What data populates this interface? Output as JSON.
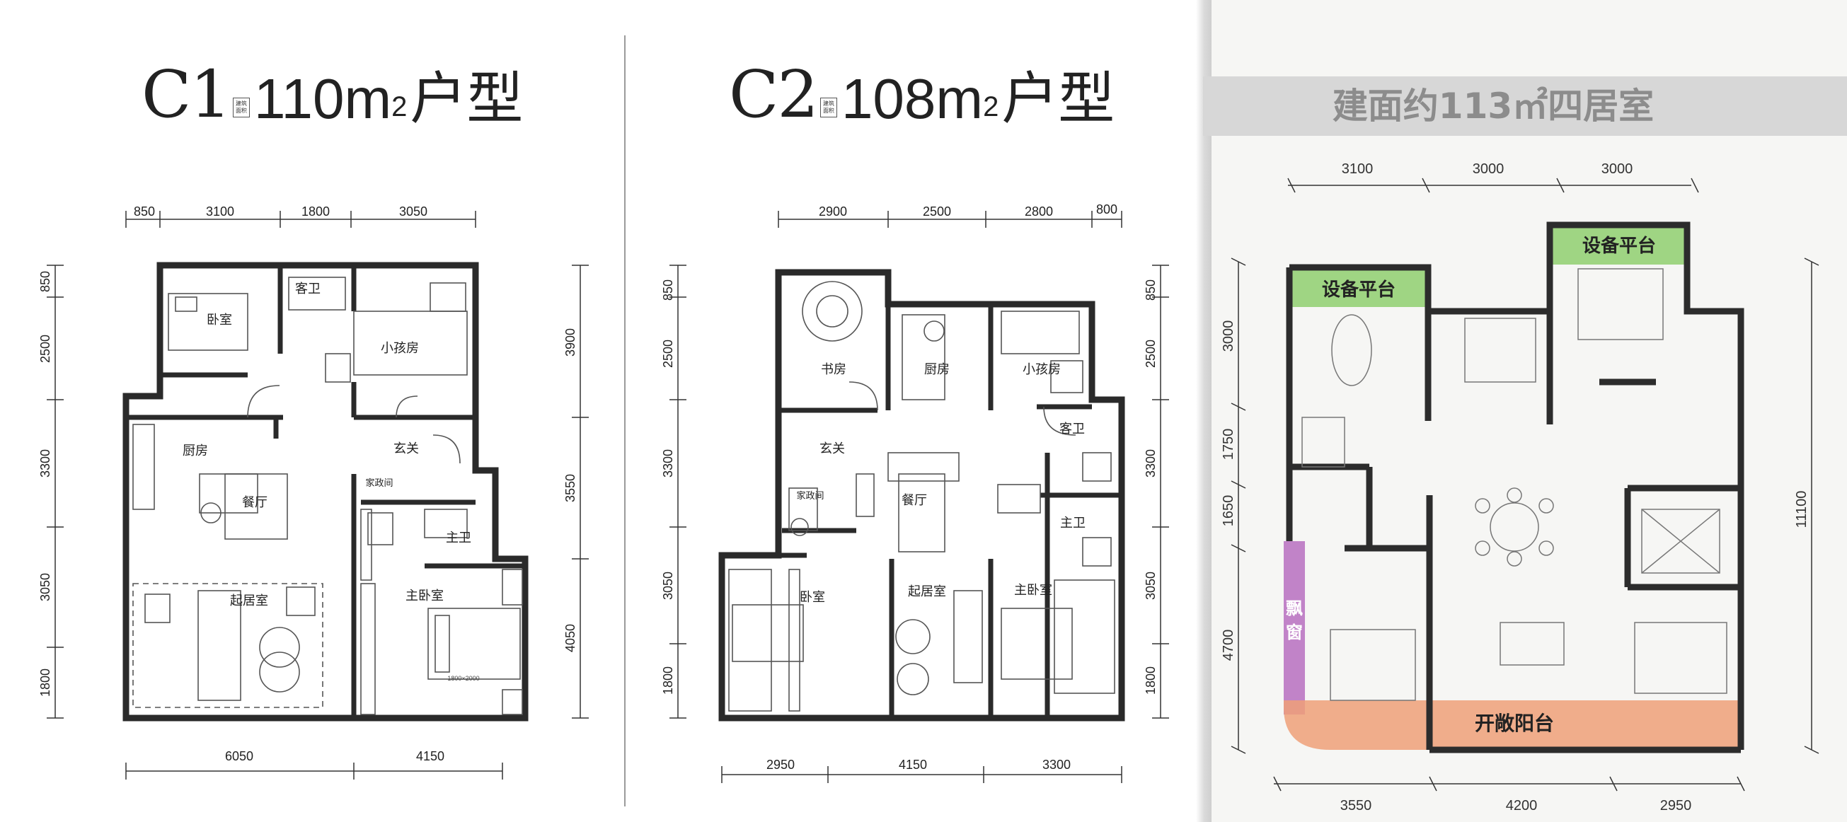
{
  "plan_c1": {
    "code": "C1",
    "stamp_line1": "建筑",
    "stamp_line2": "面积",
    "area": "110m",
    "area_sup": "2",
    "kind": "户型",
    "dims_top": [
      "850",
      "3100",
      "1800",
      "3050"
    ],
    "dims_bottom": [
      "6050",
      "4150"
    ],
    "dims_left": [
      "850",
      "2500",
      "3300",
      "3050",
      "1800"
    ],
    "dims_right": [
      "3900",
      "3550",
      "4050"
    ],
    "rooms": {
      "bedroom": "卧室",
      "guest_bath": "客卫",
      "kids_room": "小孩房",
      "kitchen": "厨房",
      "entry": "玄关",
      "dining": "餐厅",
      "utility": "家政间",
      "master_bath": "主卫",
      "living": "起居室",
      "master_bedroom": "主卧室",
      "bed_size": "1800×2000"
    }
  },
  "plan_c2": {
    "code": "C2",
    "stamp_line1": "建筑",
    "stamp_line2": "面积",
    "area": "108m",
    "area_sup": "2",
    "kind": "户型",
    "dims_top": [
      "2900",
      "2500",
      "2800",
      "800"
    ],
    "dims_bottom": [
      "2950",
      "4150",
      "3300"
    ],
    "dims_left": [
      "850",
      "2500",
      "3300",
      "3050",
      "1800"
    ],
    "dims_right": [
      "850",
      "2500",
      "3300",
      "3050",
      "1800"
    ],
    "rooms": {
      "study": "书房",
      "kitchen": "厨房",
      "kids_room": "小孩房",
      "guest_bath": "客卫",
      "entry": "玄关",
      "utility": "家政间",
      "dining": "餐厅",
      "master_bath": "主卫",
      "bedroom": "卧室",
      "living": "起居室",
      "master_bedroom": "主卧室"
    }
  },
  "plan_third": {
    "banner_title": "建面约113㎡四居室",
    "dims_top": [
      "3100",
      "3000",
      "3000"
    ],
    "dims_bottom": [
      "3550",
      "4200",
      "2950"
    ],
    "dims_left": [
      "3000",
      "1750",
      "1650",
      "4700"
    ],
    "dims_right": [
      "11100"
    ],
    "labels": {
      "equipment_left": "设备平台",
      "equipment_right": "设备平台",
      "bay_window": "飘窗",
      "open_balcony": "开敞阳台"
    },
    "colors": {
      "equipment": "#8fcf6f",
      "bay_window": "#b76fc0",
      "balcony": "#eea078",
      "banner": "#d7d7d7"
    }
  }
}
